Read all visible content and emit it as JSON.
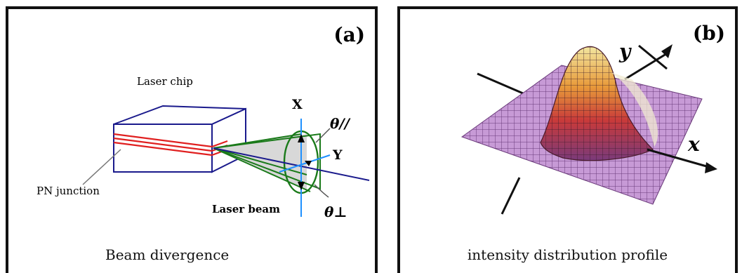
{
  "panel_a": {
    "tag": "(a)",
    "laser_chip_label": "Laser chip",
    "pn_junction_label": "PN junction",
    "laser_beam_label": "Laser beam",
    "x_label": "X",
    "y_label": "Y",
    "theta_parallel_label": "θ//",
    "theta_perp_label": "θ⊥",
    "caption": "Beam divergence"
  },
  "panel_b": {
    "tag": "(b)",
    "y_axis_label": "y",
    "x_axis_label": "x",
    "caption": "intensity distribution profile"
  },
  "colors": {
    "chip_outline": "#1a1a8c",
    "junction": "#e02020",
    "beam_cone": "#1a7a1a",
    "axis_blue": "#1e90ff",
    "surface_base": "#b07ac0"
  }
}
